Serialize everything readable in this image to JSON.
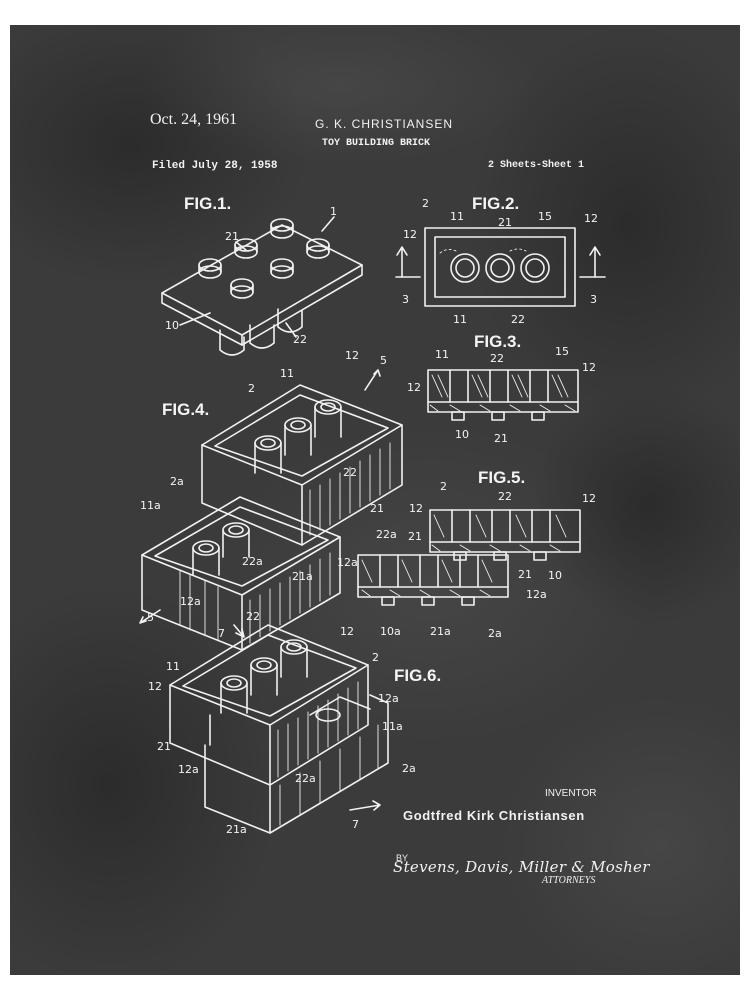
{
  "header": {
    "date": "Oct. 24, 1961",
    "inventor_line": "G. K. CHRISTIANSEN",
    "title": "TOY BUILDING BRICK",
    "filed": "Filed July 28, 1958",
    "sheets": "2 Sheets-Sheet 1"
  },
  "figures": {
    "fig1": "FIG.1.",
    "fig2": "FIG.2.",
    "fig3": "FIG.3.",
    "fig4": "FIG.4.",
    "fig5": "FIG.5.",
    "fig6": "FIG.6."
  },
  "reference_numerals": {
    "fig1": [
      "1",
      "21",
      "10",
      "22"
    ],
    "fig2": [
      "2",
      "11",
      "21",
      "15",
      "12",
      "12",
      "3",
      "3",
      "11",
      "22"
    ],
    "fig3": [
      "11",
      "22",
      "15",
      "12",
      "12",
      "10",
      "21"
    ],
    "fig4": [
      "12",
      "5",
      "2",
      "11",
      "22",
      "21",
      "2a",
      "11a",
      "22a",
      "21a",
      "12a",
      "5"
    ],
    "fig5": [
      "2",
      "22",
      "12",
      "12",
      "22a",
      "21",
      "12a",
      "21",
      "10",
      "12a",
      "10a",
      "21a",
      "2a"
    ],
    "fig6": [
      "22",
      "7",
      "12",
      "2",
      "11",
      "12",
      "12a",
      "11a",
      "21",
      "12a",
      "22a",
      "2a",
      "21a",
      "7"
    ]
  },
  "footer": {
    "inventor_label": "INVENTOR",
    "inventor_name": "Godtfred Kirk Christiansen",
    "by": "BY",
    "signature": "Stevens, Davis, Miller & Mosher",
    "attorneys": "ATTORNEYS"
  },
  "colors": {
    "background": "#3b3b3b",
    "ink": "#f1f1f1",
    "frame": "#ffffff"
  }
}
